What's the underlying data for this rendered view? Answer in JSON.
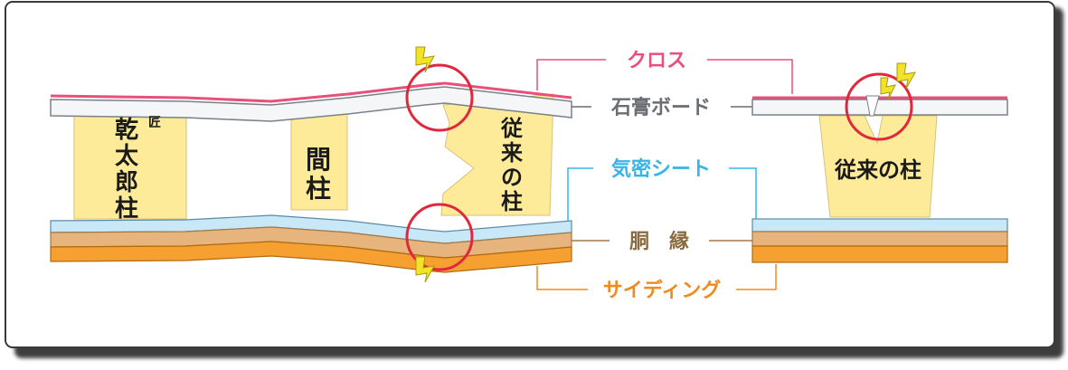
{
  "labels": {
    "cross": "クロス",
    "gypsum_board": "石膏ボード",
    "airtight_sheet": "気密シート",
    "furring_strip": "胴　縁",
    "siding": "サイディング"
  },
  "columns": {
    "kantaro": [
      "乾",
      "太",
      "郎",
      "柱"
    ],
    "kantaro_badge": "匠",
    "intermediate": [
      "間",
      "柱"
    ],
    "conventional_left": [
      "従",
      "来",
      "の",
      "柱"
    ],
    "conventional_right": "従来の柱"
  },
  "colors": {
    "cross": "#e8507a",
    "gypsum_board": "#f4f6f8",
    "airtight_sheet": "#c8e8f8",
    "furring_strip": "#e6b47c",
    "siding": "#f5a030",
    "column": "#fdeb9a",
    "crack_circle": "#e0283c",
    "bolt": "#f2e22a",
    "label_cross": "#e8507a",
    "label_gypsum": "#6a6e72",
    "label_airtight": "#38b4e8",
    "label_furring": "#8a6a40",
    "label_siding": "#f08a1e",
    "frame_shadow": "#2a2a2a"
  },
  "icons": {
    "crack_marker": "lightning-bolt-icon",
    "crack_highlight": "red-circle-icon"
  }
}
